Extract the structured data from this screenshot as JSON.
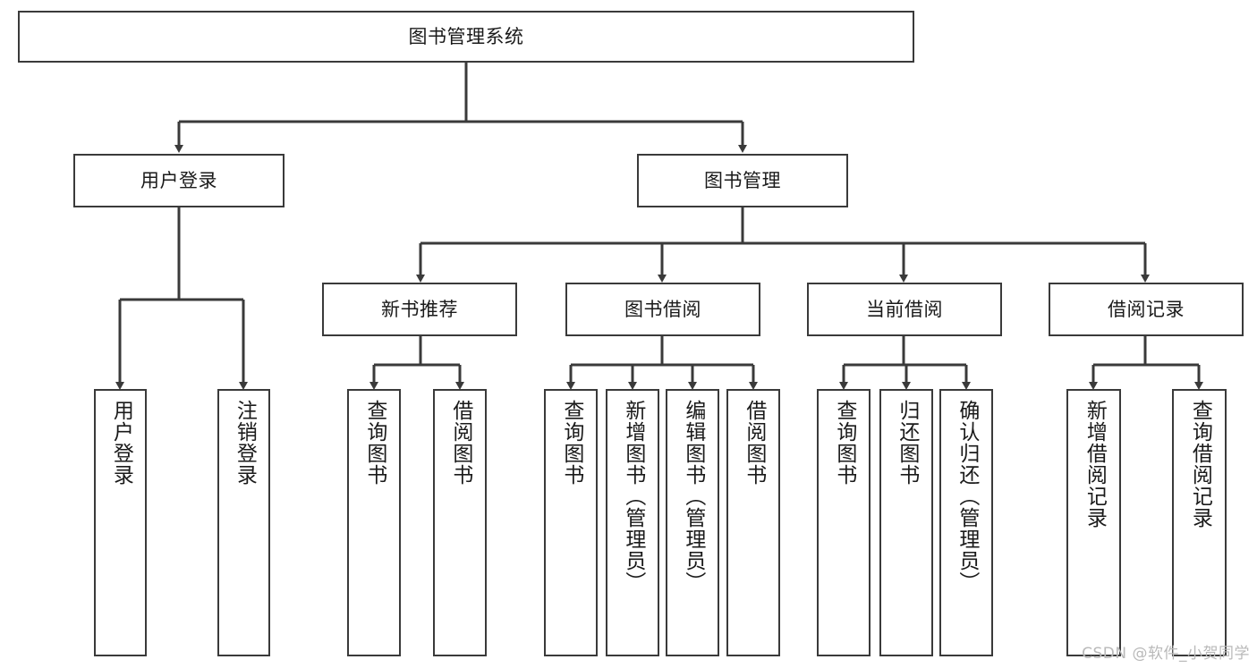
{
  "diagram": {
    "title": "图书管理系统",
    "watermark": "CSDN @软件_小贺同学",
    "colors": {
      "stroke": "#3a3a3a",
      "fill": "#ffffff",
      "text": "#1a1a1a",
      "watermark": "#b9b9b9"
    },
    "nodes": {
      "root": "图书管理系统",
      "level1": {
        "user_login": "用户登录",
        "book_manage": "图书管理"
      },
      "level2": {
        "new_book_rec": "新书推荐",
        "book_borrow": "图书借阅",
        "current_borrow": "当前借阅",
        "borrow_record": "借阅记录"
      },
      "leaves": {
        "user_login_1": "用户登录",
        "user_login_2": "注销登录",
        "new_book_rec_1": "查询图书",
        "new_book_rec_2": "借阅图书",
        "book_borrow_1": "查询图书",
        "book_borrow_2": "新增图书（管理员）",
        "book_borrow_3": "编辑图书（管理员）",
        "book_borrow_4": "借阅图书",
        "current_borrow_1": "查询图书",
        "current_borrow_2": "归还图书",
        "current_borrow_3": "确认归还（管理员）",
        "borrow_record_1": "新增借阅记录",
        "borrow_record_2": "查询借阅记录"
      }
    }
  }
}
